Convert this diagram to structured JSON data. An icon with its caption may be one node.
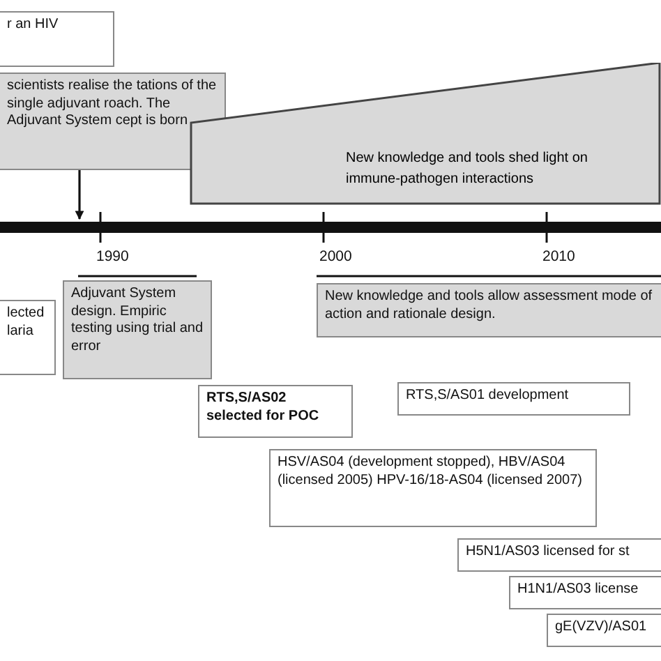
{
  "diagram": {
    "nodes": [
      {
        "text": [
          "r an HIV"
        ]
      },
      {
        "text": [
          "scientists realise the tations of the single adjuvant roach. The Adjuvant System cept is born"
        ]
      },
      {
        "text": [],
        "shape": "bar"
      },
      {
        "text": [
          "New knowledge and tools shed light on immune-pathogen interactions"
        ]
      },
      {
        "text": [
          "lected laria"
        ]
      },
      {
        "text": [
          "Adjuvant System design. Empiric testing using trial and error"
        ]
      },
      {
        "text": [
          "New knowledge and tools allow assessment mode of action and rationale design."
        ]
      },
      {
        "text": [
          "RTS,S/AS02 selected for POC"
        ]
      },
      {
        "text": [
          "RTS,S/AS01 development"
        ]
      },
      {
        "text": [
          "HSV/AS04 (development stopped), HBV/AS04 (licensed 2005) HPV-16/18-AS04 (licensed 2007)"
        ]
      },
      {
        "text": [
          "H5N1/AS03 licensed for st"
        ]
      },
      {
        "text": [
          "H1N1/AS03 license"
        ]
      },
      {
        "text": [
          "gE(VZV)/AS01"
        ]
      }
    ],
    "edges": [
      {
        "from": 1,
        "to": 2,
        "arrow": "to"
      }
    ],
    "labels": [
      "1990",
      "2000",
      "2010"
    ]
  }
}
